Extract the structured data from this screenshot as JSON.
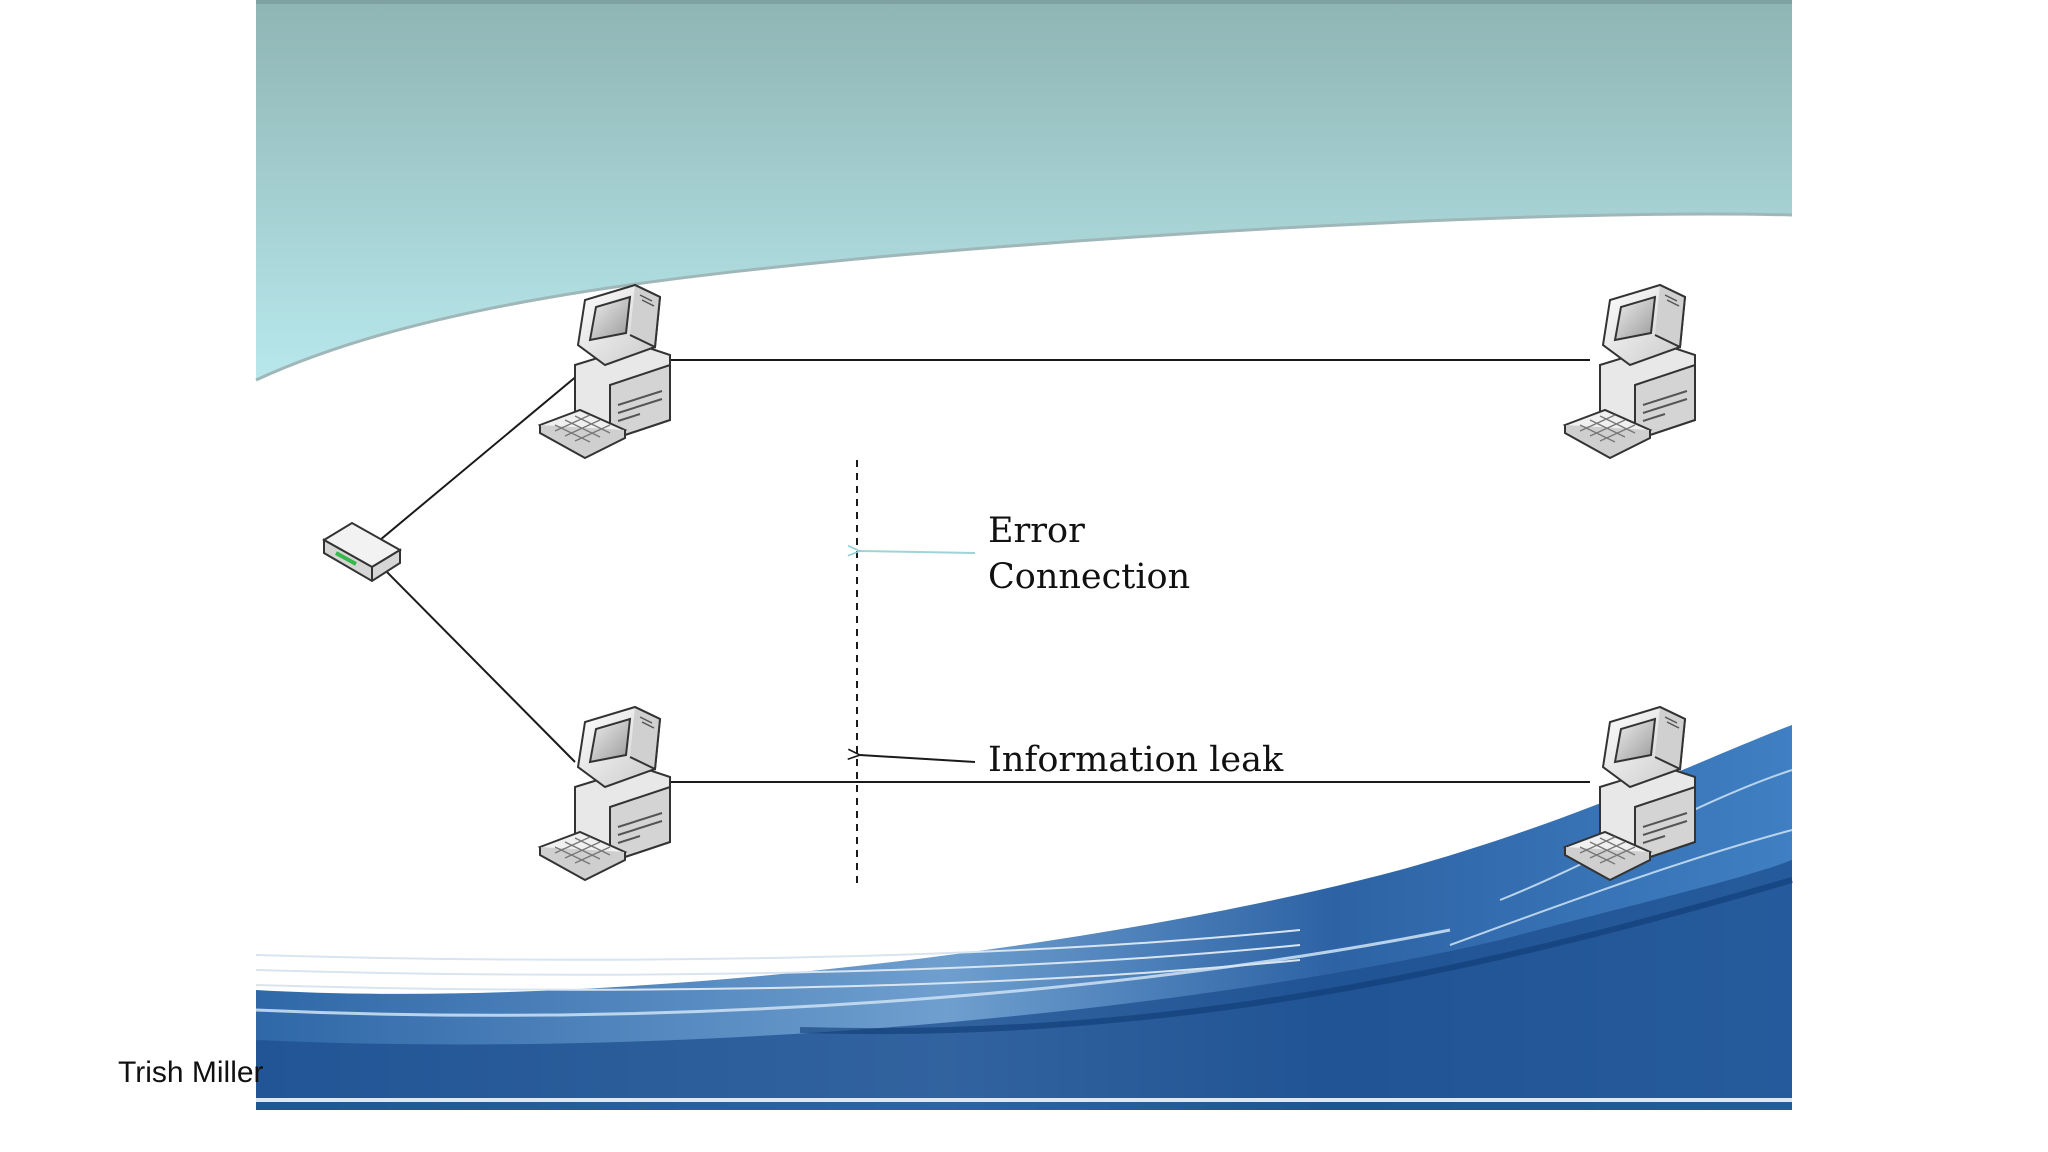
{
  "slide": {
    "author": "Trish Miller"
  },
  "diagram": {
    "nodes": [
      {
        "id": "computer-top-left",
        "type": "computer"
      },
      {
        "id": "computer-top-right",
        "type": "computer"
      },
      {
        "id": "computer-bottom-left",
        "type": "computer"
      },
      {
        "id": "computer-bottom-right",
        "type": "computer"
      },
      {
        "id": "network-hub",
        "type": "switch"
      }
    ],
    "edges": [
      {
        "from": "computer-top-left",
        "to": "computer-top-right",
        "style": "solid"
      },
      {
        "from": "computer-bottom-left",
        "to": "computer-bottom-right",
        "style": "solid"
      },
      {
        "from": "network-hub",
        "to": "computer-top-left",
        "style": "solid"
      },
      {
        "from": "network-hub",
        "to": "computer-bottom-left",
        "style": "solid"
      }
    ],
    "annotations": {
      "error_connection": [
        "Error",
        "Connection"
      ],
      "information_leak": "Information leak"
    },
    "colors": {
      "header_band_top": "#8fb8b8",
      "header_band_bottom": "#b7e6ea",
      "wave_dark": "#23538f",
      "wave_mid": "#3f7fbf",
      "wave_light": "#8fb8dc",
      "error_arrow": "#9fd4d6",
      "line": "#1a1a1a"
    }
  }
}
